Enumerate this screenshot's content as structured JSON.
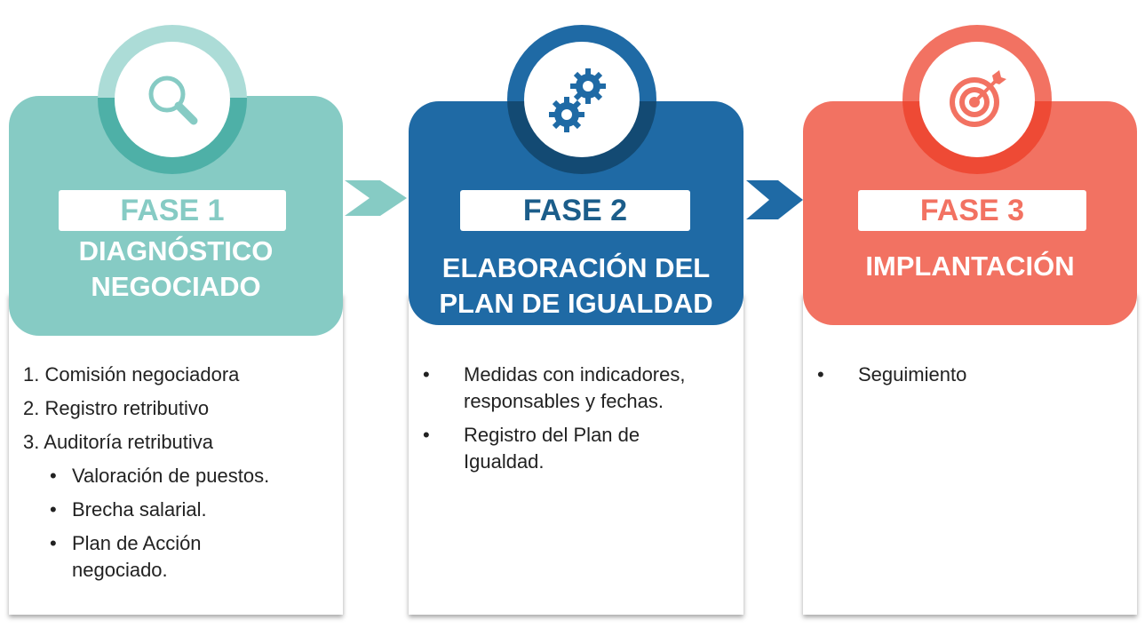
{
  "phases": [
    {
      "label": "FASE 1",
      "title_lines": [
        "DIAGNÓSTICO",
        "NEGOCIADO"
      ],
      "icon": "search-icon",
      "color": "#86cbc4",
      "items": [
        {
          "marker": "1.",
          "text": "Comisión negociadora"
        },
        {
          "marker": "2.",
          "text": "Registro retributivo"
        },
        {
          "marker": "3.",
          "text": "Auditoría retributiva"
        }
      ],
      "subitems": [
        {
          "marker": "•",
          "text": "Valoración de puestos."
        },
        {
          "marker": "•",
          "text": "Brecha salarial."
        },
        {
          "marker": "•",
          "text": "Plan de Acción negociado."
        }
      ]
    },
    {
      "label": "FASE 2",
      "title_lines": [
        "ELABORACIÓN DEL",
        "PLAN DE IGUALDAD"
      ],
      "icon": "gears-icon",
      "color": "#1f6aa5",
      "items": [
        {
          "marker": "•",
          "text": "Medidas con indicadores, responsables y fechas."
        },
        {
          "marker": "•",
          "text": "Registro del Plan de Igualdad."
        }
      ]
    },
    {
      "label": "FASE 3",
      "title_lines": [
        "IMPLANTACIÓN"
      ],
      "icon": "target-icon",
      "color": "#f27262",
      "items": [
        {
          "marker": "•",
          "text": "Seguimiento"
        }
      ]
    }
  ]
}
